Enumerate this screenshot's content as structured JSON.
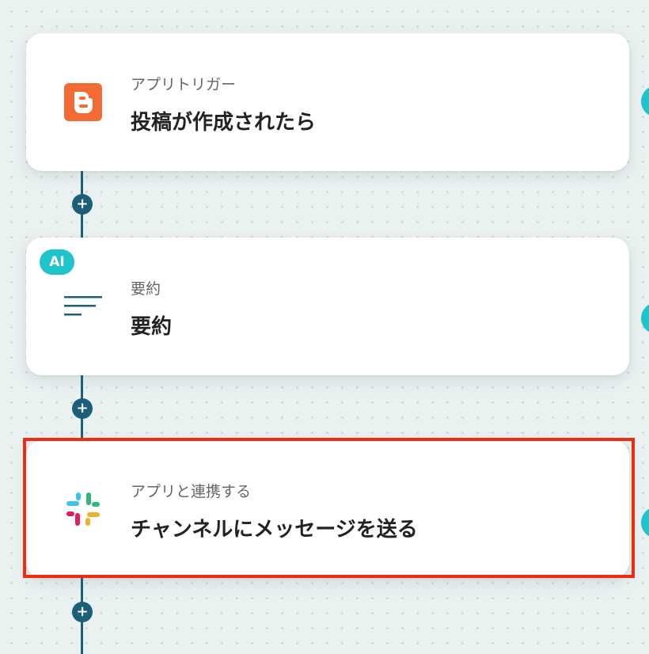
{
  "workflow": {
    "steps": [
      {
        "subtitle": "アプリトリガー",
        "title": "投稿が作成されたら",
        "icon": "blogger-icon",
        "icon_color": "#f26a34"
      },
      {
        "subtitle": "要約",
        "title": "要約",
        "icon": "summary-lines-icon",
        "icon_color": "#1d5f7a",
        "badge": "AI",
        "badge_color": "#1ec4c9"
      },
      {
        "subtitle": "アプリと連携する",
        "title": "チャンネルにメッセージを送る",
        "icon": "slack-icon",
        "highlighted": true,
        "highlight_color": "#ef2c10"
      }
    ],
    "add_step_label": "+",
    "connector_color": "#1d5f7a",
    "accent_color": "#1ec4c9"
  }
}
